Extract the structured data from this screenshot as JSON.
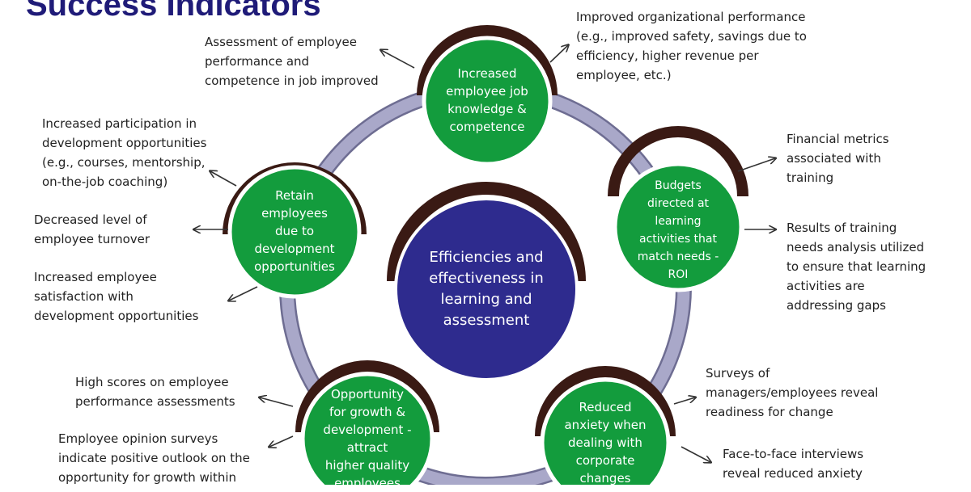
{
  "title": "Success Indicators",
  "colors": {
    "node": "#139c3d",
    "center": "#2e2b8e",
    "ring": "#a9a8c9",
    "arc": "#3a1a14",
    "arrow": "#333333"
  },
  "center": {
    "label": "Efficiencies and\neffectiveness in\nlearning and\nassessment"
  },
  "nodes": [
    {
      "id": "knowledge",
      "label": "Increased\nemployee job\nknowledge &\ncompetence"
    },
    {
      "id": "budgets",
      "label": "Budgets\ndirected at\nlearning\nactivities that\nmatch needs -\nROI"
    },
    {
      "id": "anxiety",
      "label": "Reduced\nanxiety when\ndealing with\ncorporate\nchanges"
    },
    {
      "id": "growth",
      "label": "Opportunity\nfor growth &\ndevelopment  -  attract\nhigher quality\nemployees"
    },
    {
      "id": "retain",
      "label": "Retain\nemployees\ndue to\ndevelopment\nopportunities"
    }
  ],
  "annotations": [
    {
      "id": "assessment",
      "text": "Assessment of employee\nperformance and\ncompetence in job improved"
    },
    {
      "id": "org-performance",
      "text": "Improved organizational performance\n(e.g.,  improved safety, savings due to\nefficiency, higher revenue per\nemployee, etc.)"
    },
    {
      "id": "participation",
      "text": "Increased participation in\ndevelopment opportunities\n(e.g., courses, mentorship,\non-the-job coaching)"
    },
    {
      "id": "turnover",
      "text": "Decreased level of\nemployee turnover"
    },
    {
      "id": "satisfaction",
      "text": "Increased employee\nsatisfaction with\ndevelopment opportunities"
    },
    {
      "id": "financial",
      "text": "Financial metrics\nassociated with\ntraining"
    },
    {
      "id": "tna",
      "text": "Results of training\nneeds analysis utilized\nto ensure that learning\nactivities are\naddressing gaps"
    },
    {
      "id": "surveys",
      "text": "Surveys of\nmanagers/employees  reveal\nreadiness for change"
    },
    {
      "id": "interviews",
      "text": "Face-to-face interviews\nreveal reduced anxiety"
    },
    {
      "id": "high-scores",
      "text": "High scores on employee\nperformance assessments"
    },
    {
      "id": "opinion",
      "text": "Employee opinion surveys\nindicate positive outlook on the\nopportunity for growth within"
    }
  ]
}
